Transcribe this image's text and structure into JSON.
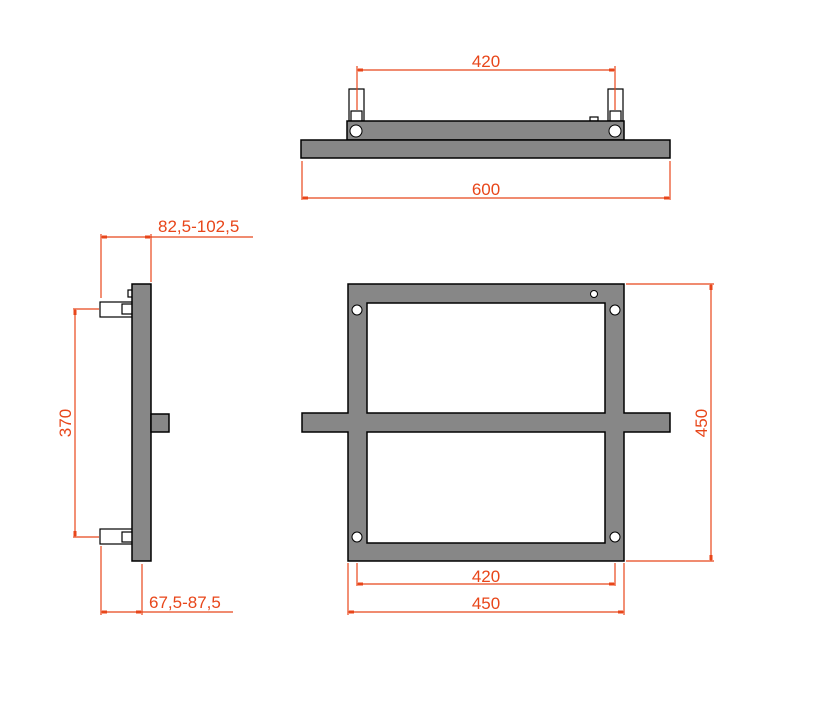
{
  "drawing": {
    "colors": {
      "part_fill": "#878787",
      "dimension": "#e8461a",
      "background": "#ffffff"
    },
    "top_view": {
      "dim_mount_spacing": "420",
      "dim_overall_width": "600"
    },
    "side_view": {
      "dim_top_depth": "82,5-102,5",
      "dim_mount_height": "370",
      "dim_bottom_depth": "67,5-87,5"
    },
    "front_view": {
      "dim_mount_spacing": "420",
      "dim_frame_width": "450",
      "dim_frame_height": "450"
    }
  }
}
